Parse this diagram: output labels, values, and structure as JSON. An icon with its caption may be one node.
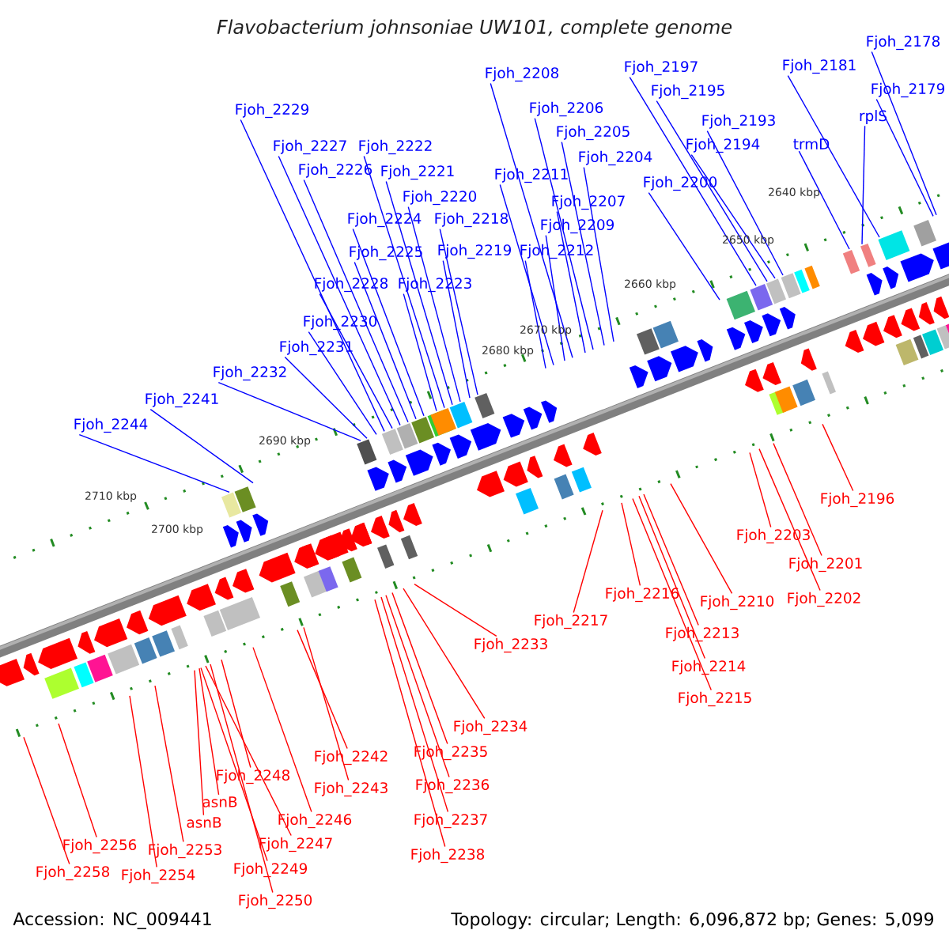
{
  "diagram": {
    "title": "Flavobacterium johnsoniae UW101, complete genome",
    "nodes": [
      {
        "text": [
          "Fjoh_2178"
        ]
      },
      {
        "text": [
          "Fjoh_2197"
        ]
      },
      {
        "text": [
          "Fjoh_2181"
        ]
      },
      {
        "text": [
          "Fjoh_2208"
        ]
      },
      {
        "text": [
          "Fjoh_2195"
        ]
      },
      {
        "text": [
          "Fjoh_2179"
        ]
      },
      {
        "text": [
          "Fjoh_2206"
        ]
      },
      {
        "text": [
          "Fjoh_2229"
        ]
      },
      {
        "text": [
          "rplS"
        ]
      },
      {
        "text": [
          "Fjoh_2193"
        ]
      },
      {
        "text": [
          "Fjoh_2205"
        ]
      },
      {
        "text": [
          "Fjoh_2227"
        ]
      },
      {
        "text": [
          "Fjoh_2222"
        ]
      },
      {
        "text": [
          "trmD"
        ]
      },
      {
        "text": [
          "Fjoh_2194"
        ]
      },
      {
        "text": [
          "Fjoh_2204"
        ]
      },
      {
        "text": [
          "Fjoh_2226"
        ]
      },
      {
        "text": [
          "Fjoh_2221"
        ]
      },
      {
        "text": [
          "Fjoh_2211"
        ]
      },
      {
        "text": [
          "Fjoh_2200"
        ]
      },
      {
        "text": [
          "Fjoh_2220"
        ]
      },
      {
        "text": [
          "Fjoh_2207"
        ]
      },
      {
        "text": [
          "Fjoh_2224"
        ]
      },
      {
        "text": [
          "Fjoh_2218"
        ]
      },
      {
        "text": [
          "Fjoh_2209"
        ]
      },
      {
        "text": [
          "Fjoh_2225"
        ]
      },
      {
        "text": [
          "Fjoh_2219"
        ]
      },
      {
        "text": [
          "Fjoh_2212"
        ]
      },
      {
        "text": [
          "Fjoh_2228"
        ]
      },
      {
        "text": [
          "Fjoh_2223"
        ]
      },
      {
        "text": [
          "Fjoh_2230"
        ]
      },
      {
        "text": [
          "Fjoh_2231"
        ]
      },
      {
        "text": [
          "Fjoh_2232"
        ]
      },
      {
        "text": [
          "Fjoh_2241"
        ]
      },
      {
        "text": [
          "Fjoh_2244"
        ]
      },
      {
        "text": [
          "Fjoh_2196"
        ]
      },
      {
        "text": [
          "Fjoh_2203"
        ]
      },
      {
        "text": [
          "Fjoh_2201"
        ]
      },
      {
        "text": [
          "Fjoh_2216"
        ]
      },
      {
        "text": [
          "Fjoh_2202"
        ]
      },
      {
        "text": [
          "Fjoh_2210"
        ]
      },
      {
        "text": [
          "Fjoh_2217"
        ]
      },
      {
        "text": [
          "Fjoh_2213"
        ]
      },
      {
        "text": [
          "Fjoh_2233"
        ]
      },
      {
        "text": [
          "Fjoh_2214"
        ]
      },
      {
        "text": [
          "Fjoh_2215"
        ]
      },
      {
        "text": [
          "Fjoh_2234"
        ]
      },
      {
        "text": [
          "Fjoh_2235"
        ]
      },
      {
        "text": [
          "Fjoh_2242"
        ]
      },
      {
        "text": [
          "Fjoh_2248"
        ]
      },
      {
        "text": [
          "Fjoh_2236"
        ]
      },
      {
        "text": [
          "Fjoh_2243"
        ]
      },
      {
        "text": [
          "asnB"
        ]
      },
      {
        "text": [
          "Fjoh_2246"
        ]
      },
      {
        "text": [
          "Fjoh_2237"
        ]
      },
      {
        "text": [
          "asnB"
        ]
      },
      {
        "text": [
          "Fjoh_2247"
        ]
      },
      {
        "text": [
          "Fjoh_2256"
        ]
      },
      {
        "text": [
          "Fjoh_2253"
        ]
      },
      {
        "text": [
          "Fjoh_2238"
        ]
      },
      {
        "text": [
          "Fjoh_2249"
        ]
      },
      {
        "text": [
          "Fjoh_2254"
        ]
      },
      {
        "text": [
          "Fjoh_2258"
        ]
      },
      {
        "text": [
          "Fjoh_2250"
        ]
      }
    ],
    "edges": [
      {
        "from": 0,
        "to": null,
        "arrow": "none"
      },
      {
        "from": 1,
        "to": null,
        "arrow": "none"
      },
      {
        "from": 2,
        "to": null,
        "arrow": "none"
      },
      {
        "from": 3,
        "to": null,
        "arrow": "none"
      },
      {
        "from": 4,
        "to": null,
        "arrow": "none"
      },
      {
        "from": 5,
        "to": null,
        "arrow": "none"
      },
      {
        "from": 6,
        "to": null,
        "arrow": "none"
      },
      {
        "from": 7,
        "to": null,
        "arrow": "none"
      },
      {
        "from": 8,
        "to": null,
        "arrow": "none"
      },
      {
        "from": 9,
        "to": null,
        "arrow": "none"
      },
      {
        "from": 10,
        "to": null,
        "arrow": "none"
      },
      {
        "from": 11,
        "to": null,
        "arrow": "none"
      },
      {
        "from": 12,
        "to": null,
        "arrow": "none"
      },
      {
        "from": 13,
        "to": null,
        "arrow": "none"
      },
      {
        "from": 14,
        "to": null,
        "arrow": "none"
      },
      {
        "from": 15,
        "to": null,
        "arrow": "none"
      },
      {
        "from": 16,
        "to": null,
        "arrow": "none"
      },
      {
        "from": 17,
        "to": null,
        "arrow": "none"
      },
      {
        "from": 18,
        "to": null,
        "arrow": "none"
      },
      {
        "from": 19,
        "to": null,
        "arrow": "none"
      },
      {
        "from": 20,
        "to": null,
        "arrow": "none"
      },
      {
        "from": 21,
        "to": null,
        "arrow": "none"
      },
      {
        "from": 22,
        "to": null,
        "arrow": "none"
      },
      {
        "from": 23,
        "to": null,
        "arrow": "none"
      },
      {
        "from": 24,
        "to": null,
        "arrow": "none"
      },
      {
        "from": 25,
        "to": null,
        "arrow": "none"
      },
      {
        "from": 26,
        "to": null,
        "arrow": "none"
      },
      {
        "from": 27,
        "to": null,
        "arrow": "none"
      },
      {
        "from": 28,
        "to": null,
        "arrow": "none"
      },
      {
        "from": 29,
        "to": null,
        "arrow": "none"
      },
      {
        "from": 30,
        "to": null,
        "arrow": "none"
      },
      {
        "from": 31,
        "to": null,
        "arrow": "none"
      },
      {
        "from": 32,
        "to": null,
        "arrow": "none"
      },
      {
        "from": 33,
        "to": null,
        "arrow": "none"
      },
      {
        "from": 34,
        "to": null,
        "arrow": "none"
      },
      {
        "from": 35,
        "to": null,
        "arrow": "none",
        "color": "#ff0000"
      },
      {
        "from": 36,
        "to": null,
        "arrow": "none",
        "color": "#ff0000"
      },
      {
        "from": 37,
        "to": null,
        "arrow": "none",
        "color": "#ff0000"
      },
      {
        "from": 38,
        "to": null,
        "arrow": "none",
        "color": "#ff0000"
      },
      {
        "from": 39,
        "to": null,
        "arrow": "none",
        "color": "#ff0000"
      },
      {
        "from": 40,
        "to": null,
        "arrow": "none",
        "color": "#ff0000"
      },
      {
        "from": 41,
        "to": null,
        "arrow": "none",
        "color": "#ff0000"
      },
      {
        "from": 42,
        "to": null,
        "arrow": "none",
        "color": "#ff0000"
      },
      {
        "from": 43,
        "to": null,
        "arrow": "none",
        "color": "#ff0000"
      },
      {
        "from": 44,
        "to": null,
        "arrow": "none",
        "color": "#ff0000"
      },
      {
        "from": 45,
        "to": null,
        "arrow": "none",
        "color": "#ff0000"
      },
      {
        "from": 46,
        "to": null,
        "arrow": "none",
        "color": "#ff0000"
      },
      {
        "from": 47,
        "to": null,
        "arrow": "none",
        "color": "#ff0000"
      },
      {
        "from": 48,
        "to": null,
        "arrow": "none",
        "color": "#ff0000"
      },
      {
        "from": 49,
        "to": null,
        "arrow": "none",
        "color": "#ff0000"
      },
      {
        "from": 50,
        "to": null,
        "arrow": "none",
        "color": "#ff0000"
      },
      {
        "from": 51,
        "to": null,
        "arrow": "none",
        "color": "#ff0000"
      },
      {
        "from": 52,
        "to": null,
        "arrow": "none",
        "color": "#ff0000"
      },
      {
        "from": 53,
        "to": null,
        "arrow": "none",
        "color": "#ff0000"
      },
      {
        "from": 54,
        "to": null,
        "arrow": "none",
        "color": "#ff0000"
      },
      {
        "from": 55,
        "to": null,
        "arrow": "none",
        "color": "#ff0000"
      },
      {
        "from": 56,
        "to": null,
        "arrow": "none",
        "color": "#ff0000"
      },
      {
        "from": 57,
        "to": null,
        "arrow": "none",
        "color": "#ff0000"
      },
      {
        "from": 58,
        "to": null,
        "arrow": "none",
        "color": "#ff0000"
      },
      {
        "from": 59,
        "to": null,
        "arrow": "none",
        "color": "#ff0000"
      },
      {
        "from": 60,
        "to": null,
        "arrow": "none",
        "color": "#ff0000"
      },
      {
        "from": 61,
        "to": null,
        "arrow": "none",
        "color": "#ff0000"
      },
      {
        "from": 62,
        "to": null,
        "arrow": "none",
        "color": "#ff0000"
      },
      {
        "from": 63,
        "to": null,
        "arrow": "none",
        "color": "#ff0000"
      }
    ],
    "labels": [
      "2640 kbp",
      "2650 kbp",
      "2660 kbp",
      "2670 kbp",
      "2680 kbp",
      "2690 kbp",
      "2700 kbp",
      "2710 kbp",
      "Accession: NC_009441",
      "Topology: circular; Length: 6,096,872 bp; Genes: 5,099"
    ]
  }
}
